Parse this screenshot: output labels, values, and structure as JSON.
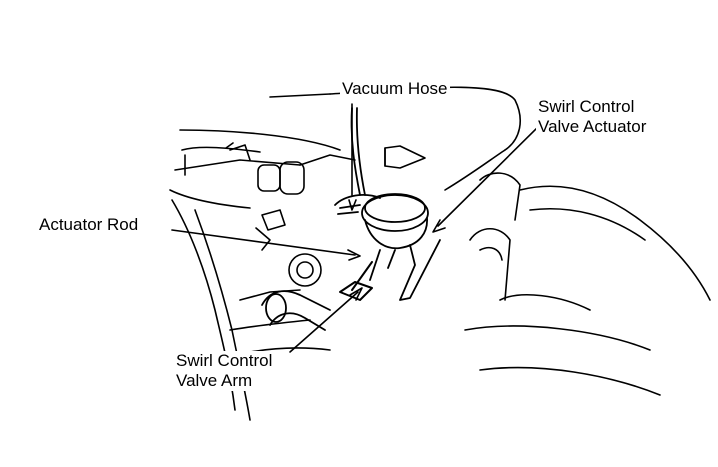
{
  "figure": {
    "labels": {
      "vacuum_hose": "Vacuum Hose",
      "actuator_line1": "Swirl Control",
      "actuator_line2": "Valve Actuator",
      "actuator_rod": "Actuator Rod",
      "arm_line1": "Swirl Control",
      "arm_line2": "Valve Arm"
    },
    "colors": {
      "ink": "#000000",
      "paper": "#ffffff"
    }
  }
}
